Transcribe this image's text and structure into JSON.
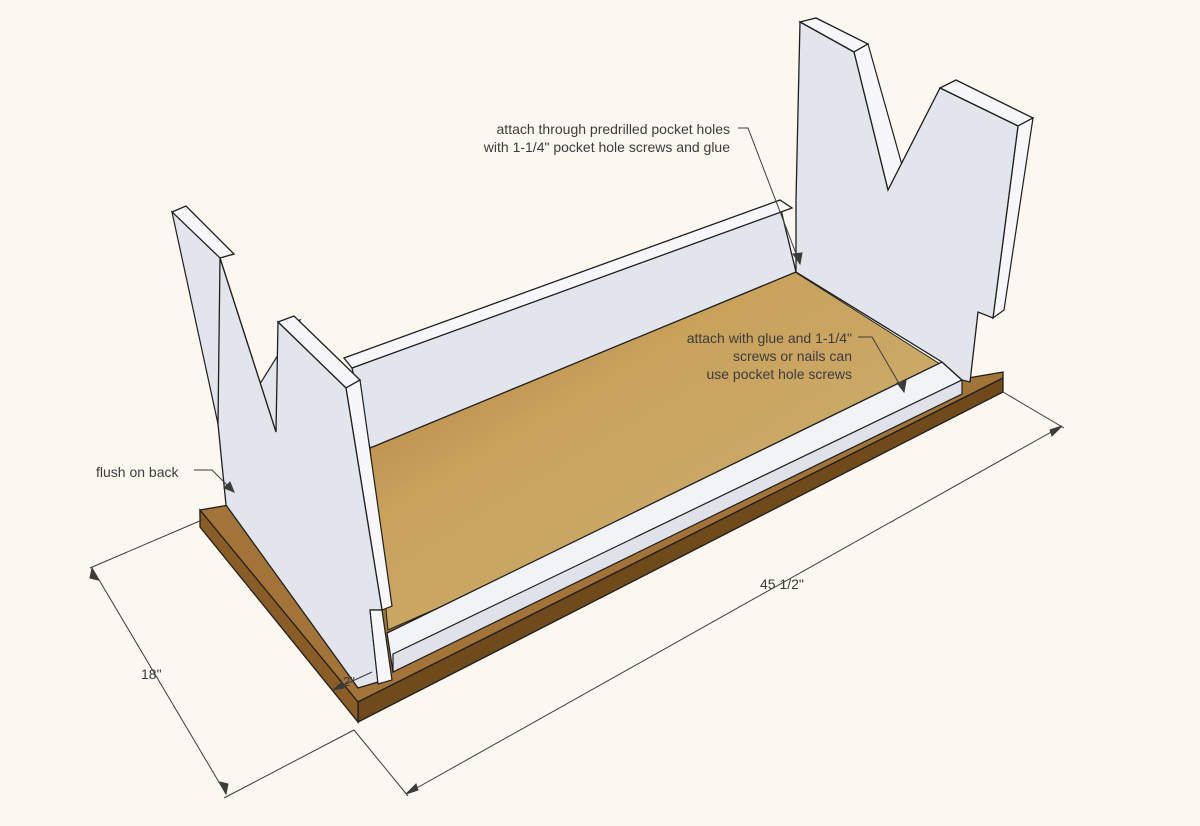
{
  "annotations": {
    "pocket_holes": [
      "attach through predrilled pocket holes",
      "with 1-1/4\" pocket hole screws and glue"
    ],
    "glue_screws": [
      "attach with glue and 1-1/4\"",
      "screws or nails can",
      "use pocket hole screws"
    ],
    "flush_back": "flush on back"
  },
  "dimensions": {
    "length": "45 1/2\"",
    "depth": "18\"",
    "inset": "2\""
  },
  "colors": {
    "background": "#fcf8ef",
    "panel_face": "#e3e5ec",
    "panel_edge": "#f7f7fa",
    "panel_outline": "#1e1e1e",
    "plywood_top": "#c59a58",
    "plywood_front": "#6f4a1a"
  }
}
